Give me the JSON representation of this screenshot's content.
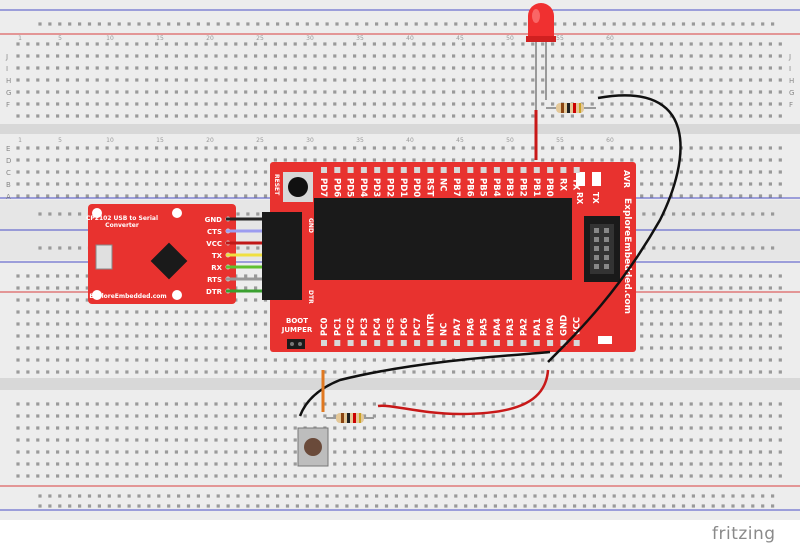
{
  "breadboard": {
    "row_labels_top": [
      "J",
      "I",
      "H",
      "G",
      "F"
    ],
    "row_labels_mid": [
      "E",
      "D",
      "C",
      "B",
      "A"
    ],
    "column_numbers": [
      "1",
      "5",
      "10",
      "15",
      "20",
      "25",
      "30",
      "35",
      "40",
      "45",
      "50",
      "55",
      "60"
    ]
  },
  "usb_converter": {
    "title": "CP2102 USB to Serial",
    "subtitle": "Converter",
    "brand": "ExploreEmbedded.com",
    "pins": [
      "GND",
      "CTS",
      "VCC",
      "TX",
      "RX",
      "RTS",
      "DTR"
    ]
  },
  "mcu_board": {
    "reset_label": "RESET",
    "avr_label": "AVR",
    "rx_label": "RX",
    "tx_label": "TX",
    "brand_vertical": "ExploreEmbedded.com",
    "boot_label": "BOOT",
    "jumper_label": "JUMPER",
    "header_gnd": "GND",
    "header_dtr": "DTR",
    "top_pins": [
      "PD7",
      "PD6",
      "PD5",
      "PD4",
      "PD3",
      "PD2",
      "PD1",
      "PD0",
      "RST",
      "NC",
      "PB7",
      "PB6",
      "PB5",
      "PB4",
      "PB3",
      "PB2",
      "PB1",
      "PB0",
      "RX",
      "TX"
    ],
    "bottom_pins": [
      "PC0",
      "PC1",
      "PC2",
      "PC3",
      "PC4",
      "PC5",
      "PC6",
      "PC7",
      "INTR",
      "NC",
      "PA7",
      "PA6",
      "PA5",
      "PA4",
      "PA3",
      "PA2",
      "PA1",
      "PA0",
      "GND",
      "VCC"
    ]
  },
  "colors": {
    "board_red": "#e8322f",
    "breadboard": "#eeeeee",
    "rail_red": "#d94040",
    "rail_blue": "#4a4fc8",
    "led": "#f03030"
  },
  "footer": {
    "logo": "fritzing"
  }
}
